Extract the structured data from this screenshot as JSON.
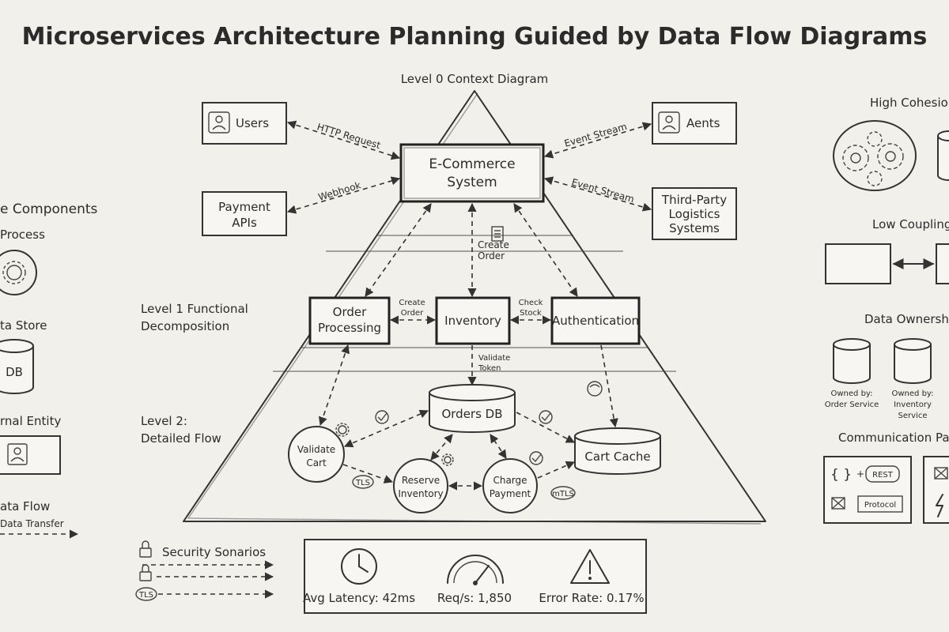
{
  "title": "Microservices Architecture Planning Guided by Data Flow Diagrams",
  "levels": {
    "level0": "Level 0 Context Diagram",
    "level1": [
      "Level 1 Functional",
      "Decomposition"
    ],
    "level2": [
      "Level 2:",
      "Detailed Flow"
    ]
  },
  "external_entities": {
    "users": "Users",
    "agents": "Aents",
    "payment": [
      "Payment",
      "APIs"
    ],
    "logistics": [
      "Third-Party",
      "Logistics",
      "Systems"
    ]
  },
  "system": [
    "E-Commerce",
    "System"
  ],
  "edge_labels": {
    "http_request": "HTTP Request",
    "event_stream_top": "Event Stream",
    "webhook": "Webhook",
    "event_stream_mid": "Event Stream",
    "create_order_top": [
      "Create",
      "Order"
    ],
    "create_order_mid": [
      "Create",
      "Order"
    ],
    "check_stock": [
      "Check",
      "Stock"
    ],
    "validate_token": [
      "Validate",
      "Token"
    ],
    "tls": "TLS",
    "mtls": "mTLS"
  },
  "services": {
    "order_processing": [
      "Order",
      "Processing"
    ],
    "inventory": "Inventory",
    "authentication": "Authentication"
  },
  "stores": {
    "orders_db": "Orders DB",
    "cart_cache": "Cart Cache"
  },
  "processes": {
    "validate_cart": [
      "Validate",
      "Cart"
    ],
    "reserve_inventory": [
      "Reserve",
      "Inventory"
    ],
    "charge_payment": [
      "Charge",
      "Payment"
    ]
  },
  "legend": {
    "heading": "e Components",
    "process": "Process",
    "data_store": "ta Store",
    "db": "DB",
    "external_entity": "rnal Entity",
    "data_flow": "ata Flow",
    "data_transfer": "Data Transfer"
  },
  "security": {
    "heading": "Security Sonarios",
    "tls": "TLS"
  },
  "metrics": {
    "latency": "Avg Latency: 42ms",
    "requests": "Req/s: 1,850",
    "error_rate": "Error Rate: 0.17%"
  },
  "principles": {
    "high_cohesion": "High Cohesio",
    "low_coupling": "Low Coupling",
    "data_ownership": "Data Ownersh",
    "owned_order": [
      "Owned by:",
      "Order Service"
    ],
    "owned_inventory": [
      "Owned by:",
      "Inventory",
      "Service"
    ],
    "communication": "Communication Pa",
    "rest": "REST",
    "protocol": "Protocol"
  }
}
